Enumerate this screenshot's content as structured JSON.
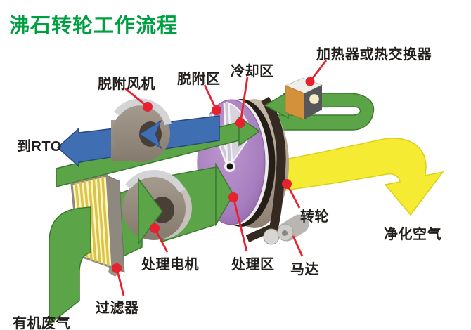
{
  "title": "沸石转轮工作流程",
  "labels": {
    "desorption_fan": "脱附风机",
    "desorption_zone": "脱附区",
    "cooling_zone": "冷却区",
    "heater": "加热器或热交换器",
    "to_rto": "到RTO",
    "process_motor": "处理电机",
    "process_zone": "处理区",
    "rotor": "转轮",
    "motor": "马达",
    "purified_air": "净化空气",
    "filter": "过滤器",
    "organic_waste_gas": "有机废气"
  },
  "colors": {
    "title_green": "#00a042",
    "leader_red": "#e52330",
    "flow_green": "#5ba548",
    "flow_blue": "#3f6eb2",
    "flow_yellow": "#f5eb33",
    "rotor_face_purple": "#a77fc0",
    "rotor_rim_tan": "#b2a492",
    "machine_gray": "#958a7e",
    "heater_orange": "#d3913b",
    "filter_yellow": "#fdf6c0"
  }
}
